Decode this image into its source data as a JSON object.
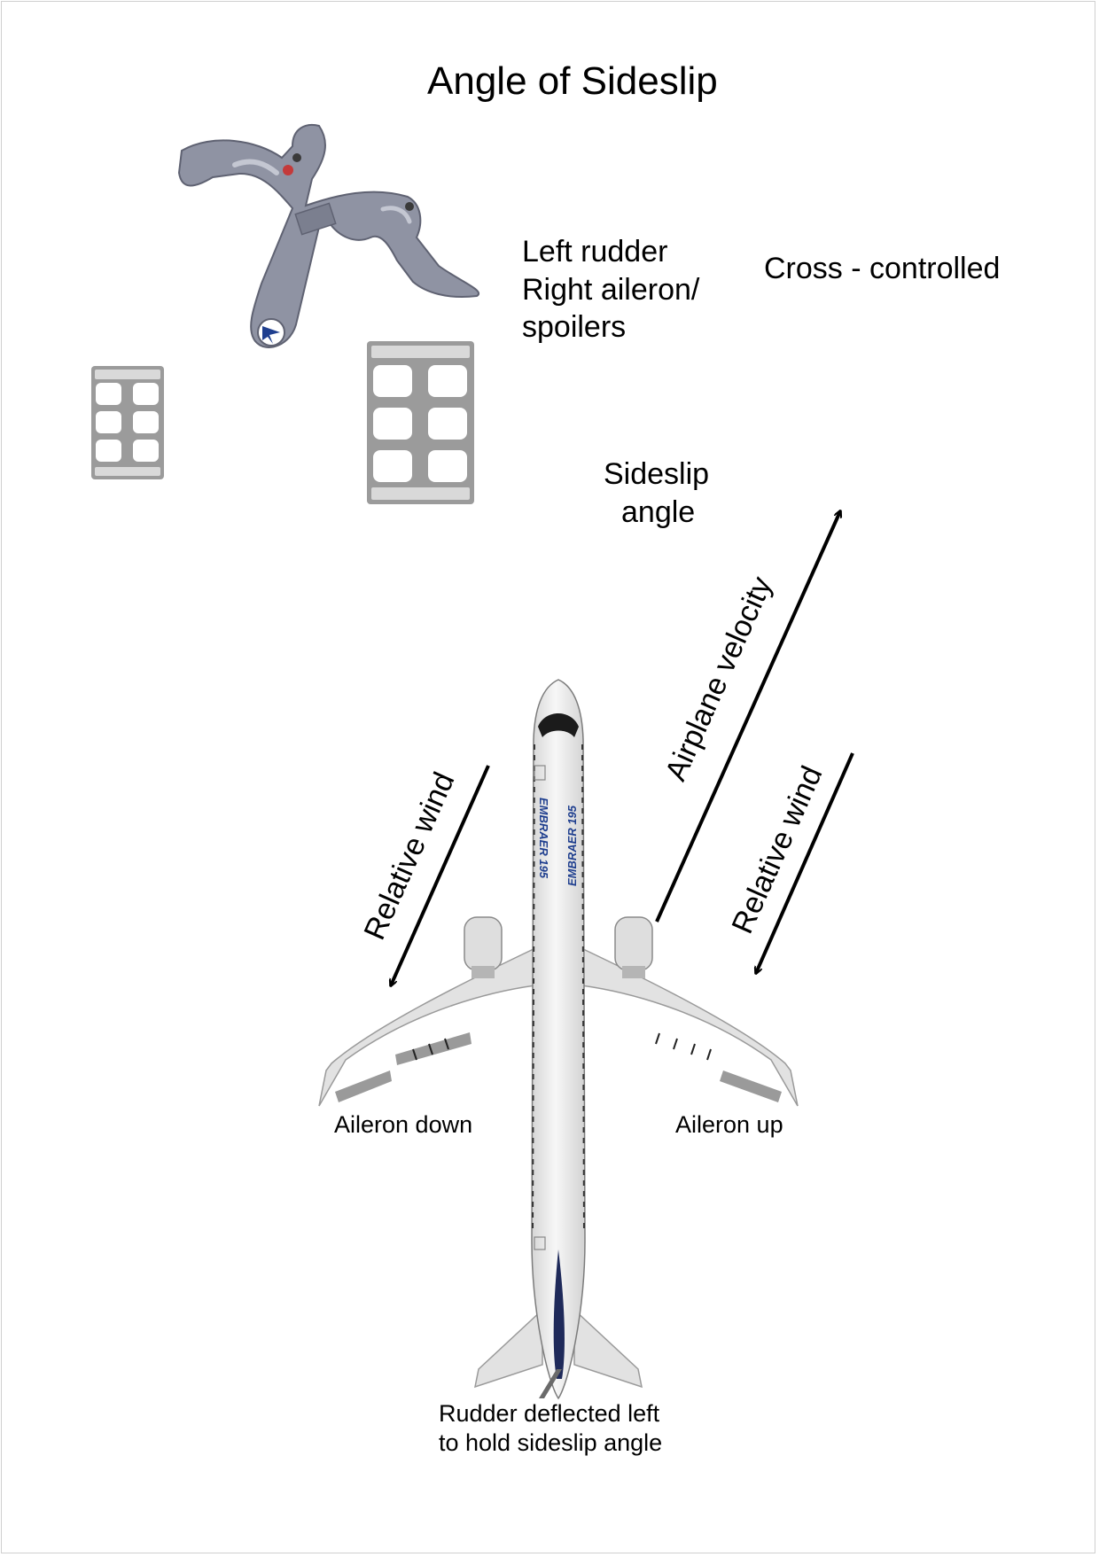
{
  "title": "Angle of Sideslip",
  "inputs": {
    "line1": "Left rudder",
    "line2": "Right aileron/",
    "line3": "spoilers"
  },
  "condition": "Cross - controlled",
  "sideslip": {
    "line1": "Sideslip",
    "line2": "angle"
  },
  "arrows": {
    "airplane_velocity": "Airplane velocity",
    "relative_wind_left": "Relative wind",
    "relative_wind_right": "Relative wind"
  },
  "surfaces": {
    "aileron_left": "Aileron down",
    "aileron_right": "Aileron up",
    "rudder_line1": "Rudder deflected left",
    "rudder_line2": "to hold sideslip angle"
  },
  "fuselage_text": "EMBRAER 195",
  "colors": {
    "yoke": "#8f93a3",
    "pedal": "#9b9b9b",
    "fuselage": "#f0f0f0",
    "wing": "#e0e0e0",
    "accent": "#1f3f8f"
  }
}
